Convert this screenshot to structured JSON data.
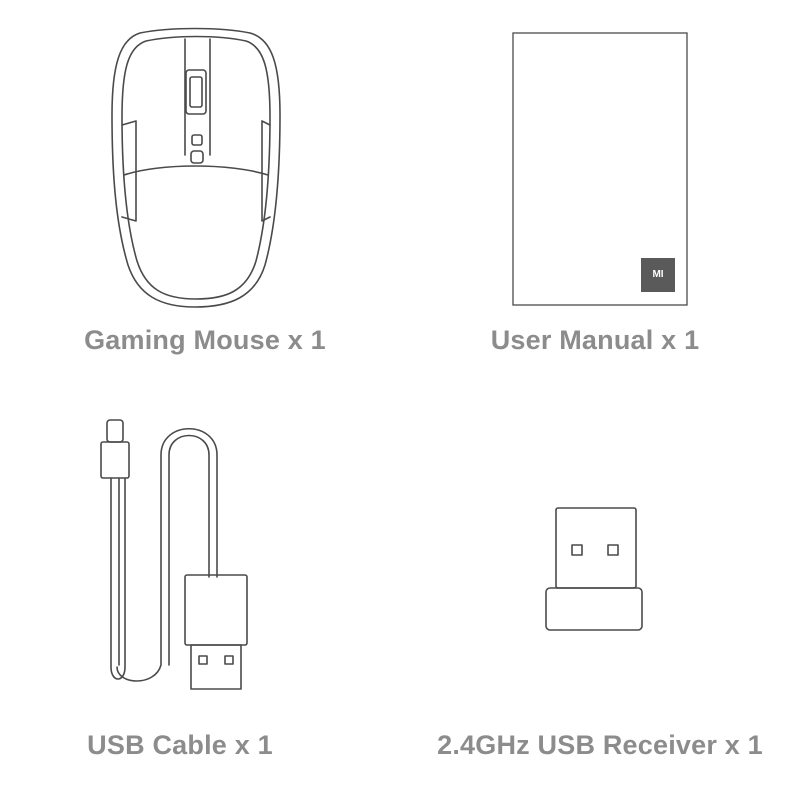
{
  "items": [
    {
      "id": "mouse",
      "label": "Gaming Mouse x 1",
      "icon": "gaming-mouse-icon"
    },
    {
      "id": "manual",
      "label": "User Manual x 1",
      "icon": "user-manual-icon",
      "logo_text": "MI",
      "logo_color": "#5a5a5a"
    },
    {
      "id": "cable",
      "label": "USB Cable x 1",
      "icon": "usb-cable-icon"
    },
    {
      "id": "receiver",
      "label": "2.4GHz USB Receiver x 1",
      "icon": "usb-receiver-icon"
    }
  ],
  "colors": {
    "label": "#8c8c8c",
    "line": "#4a4a4a",
    "background": "#ffffff"
  }
}
